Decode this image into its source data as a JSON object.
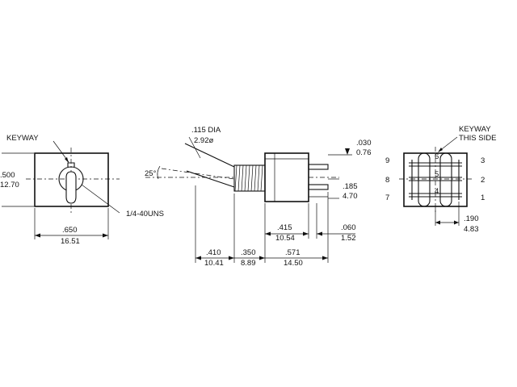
{
  "front_view": {
    "keyway_label": "KEYWAY",
    "height_in": ".500",
    "height_mm": "12.70",
    "width_in": ".650",
    "width_mm": "16.51",
    "thread_label": "1/4-40UNS"
  },
  "side_view": {
    "wire_dia_in": ".115 DIA",
    "wire_dia_mm": "2.92ø",
    "angle": "25°",
    "term_dim_in": ".030",
    "term_dim_mm": "0.76",
    "depth_in": ".185",
    "depth_mm": "4.70",
    "body_in": ".415",
    "body_mm": "10.54",
    "pin_in": ".060",
    "pin_mm": "1.52",
    "lever_in": ".410",
    "lever_mm": "10.41",
    "bushing_in": ".350",
    "bushing_mm": "8.89",
    "overall_in": ".571",
    "overall_mm": "14.50"
  },
  "rear_view": {
    "keyway_label": "KEYWAY",
    "this_side_label": "THIS SIDE",
    "pins": [
      "9",
      "8",
      "7",
      "3",
      "2",
      "1",
      "6",
      "5",
      "4"
    ],
    "spacing_in": ".190",
    "spacing_mm": "4.83"
  }
}
